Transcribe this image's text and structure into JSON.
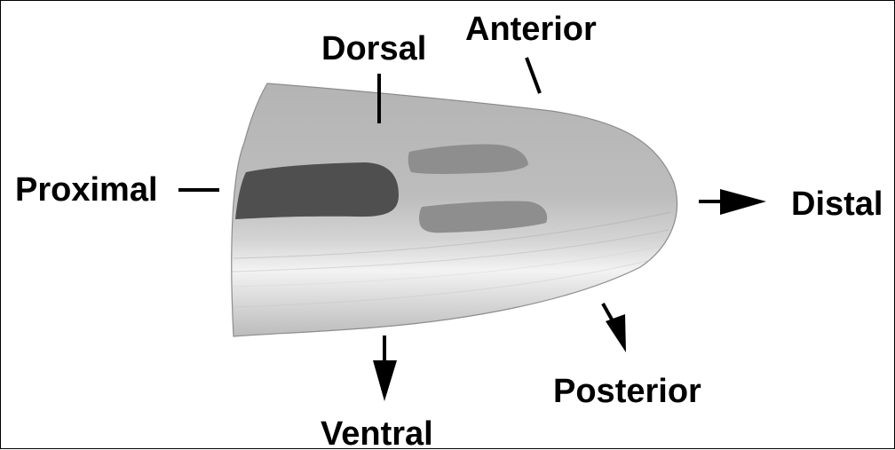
{
  "labels": {
    "dorsal": "Dorsal",
    "anterior": "Anterior",
    "proximal": "Proximal",
    "distal": "Distal",
    "ventral": "Ventral",
    "posterior": "Posterior"
  },
  "colors": {
    "background": "#ffffff",
    "ink": "#000000",
    "shape_top": "#b9b9b9",
    "shape_highlight": "#f2f2f2",
    "shape_edge": "#9a9a9a",
    "dark_region": "#4f4f4f",
    "mid_region": "#8e8e8e"
  },
  "icons": {
    "pointer_lines": "tick-line-icon",
    "arrows": "arrow-icon"
  }
}
